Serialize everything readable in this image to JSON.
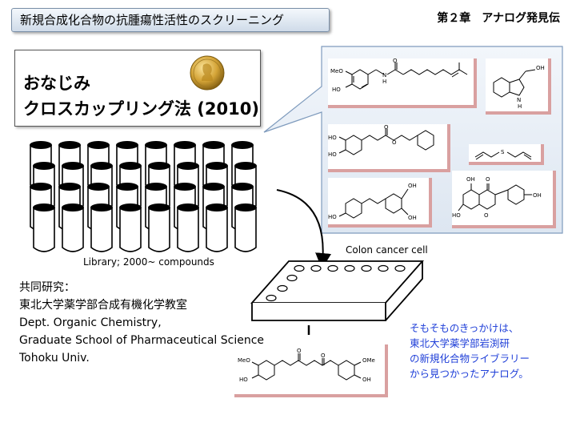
{
  "header": {
    "title": "新規合成化合物の抗腫瘍性活性のスクリーニング",
    "chapter": "第２章　アナログ発見伝"
  },
  "nobel": {
    "line1": "おなじみ",
    "line2": "クロスカップリング法 (2010)"
  },
  "library": {
    "caption": "Library; 2000~ compounds"
  },
  "plate": {
    "caption": "Colon cancer cell"
  },
  "collaboration": {
    "lines": [
      "共同研究：",
      "東北大学薬学部合成有機化学教室",
      "Dept. Organic Chemistry,",
      "Graduate School of Pharmaceutical Science",
      "Tohoku Univ."
    ]
  },
  "note": {
    "lines": [
      "そもそものきっかけは、",
      "東北大学薬学部岩渕研",
      "の新規化合物ライブラリー",
      "から見つかったアナログ。"
    ]
  },
  "structures": {
    "capsaicin": {
      "labels": [
        "MeO",
        "HO",
        "H",
        "N",
        "O"
      ]
    },
    "indole": {
      "labels": [
        "OH",
        "N",
        "H"
      ]
    },
    "caffeate": {
      "labels": [
        "HO",
        "HO",
        "O",
        "O"
      ]
    },
    "sulfide": {
      "labels": [
        "S"
      ]
    },
    "resveratrol": {
      "labels": [
        "OH",
        "HO",
        "OH"
      ]
    },
    "isoflavone": {
      "labels": [
        "OH",
        "O",
        "OH",
        "HO",
        "O"
      ]
    },
    "curcumin": {
      "labels": [
        "MeO",
        "HO",
        "O",
        "O",
        "OMe",
        "OH"
      ]
    }
  }
}
